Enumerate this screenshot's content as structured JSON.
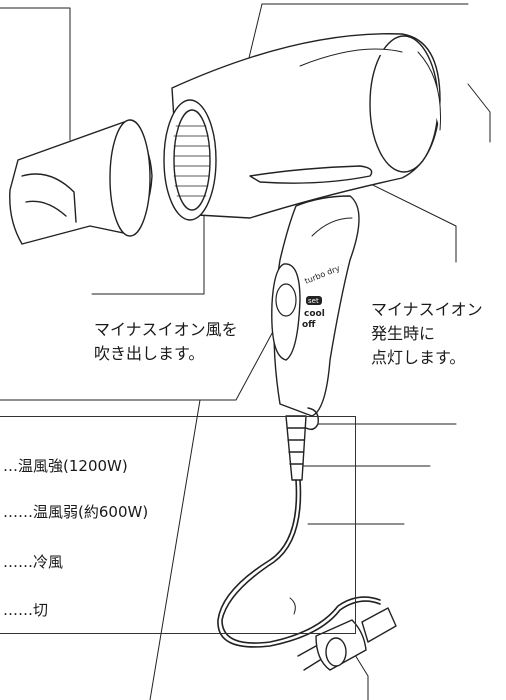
{
  "labels": {
    "ion_outlet": [
      "マイナスイオン風を",
      "吹き出します。"
    ],
    "ion_lamp": [
      "マイナスイオン",
      "発生時に",
      "点灯します。"
    ]
  },
  "switch": {
    "turbo": "turbo dry",
    "set": "set",
    "cool": "cool",
    "off": "off"
  },
  "modes": [
    "…温風強(1200W)",
    "……温風弱(約600W)",
    "……冷風",
    "……切"
  ]
}
